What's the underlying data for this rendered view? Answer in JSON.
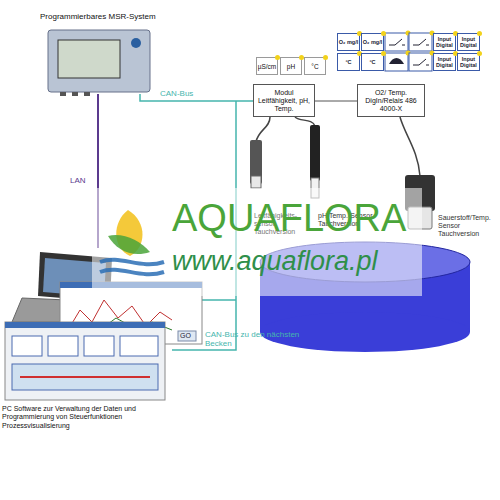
{
  "diagram": {
    "nodes": [
      {
        "text": [
          "Programmierbares MSR-System"
        ]
      },
      {
        "text": [
          "µS/cm"
        ]
      },
      {
        "text": [
          "pH"
        ]
      },
      {
        "text": [
          "°C"
        ]
      },
      {
        "text": [
          "O₂ mg/l"
        ]
      },
      {
        "text": [
          "O₂ mg/l"
        ]
      },
      {
        "text": [
          "Input Digital"
        ]
      },
      {
        "text": [
          "Input Digital"
        ]
      },
      {
        "text": [
          "°C"
        ]
      },
      {
        "text": [
          "°C"
        ]
      },
      {
        "text": [
          "Input Digital"
        ]
      },
      {
        "text": [
          "Input Digital"
        ]
      },
      {
        "text": [
          "Modul Leitfähigkeit, pH, Temp."
        ]
      },
      {
        "text": [
          "O2/ Temp. DigIn/Relais 486 4000-X"
        ]
      },
      {
        "text": [
          "PC Software zur Verwaltung der Daten und Programmierung von Steuerfunktionen Prozessvisualisierung"
        ]
      }
    ],
    "edges": [
      {
        "from": 0,
        "to": 14,
        "label": "LAN",
        "arrow": "none"
      },
      {
        "from": 0,
        "to": 12,
        "label": "CAN-Bus",
        "arrow": "none"
      },
      {
        "from": 12,
        "to": 13,
        "arrow": "none"
      }
    ],
    "labels": [
      "Leitfähigkeits-sensor Tauchversion",
      "pH/Temp.-Sensor Tauchversion",
      "Sauerstoff/Temp. Sensor Tauchversion",
      "CAN-Bus zu den nächsten Becken",
      "GO",
      "AQUAFLORA",
      "www.aquaflora.pl"
    ]
  }
}
